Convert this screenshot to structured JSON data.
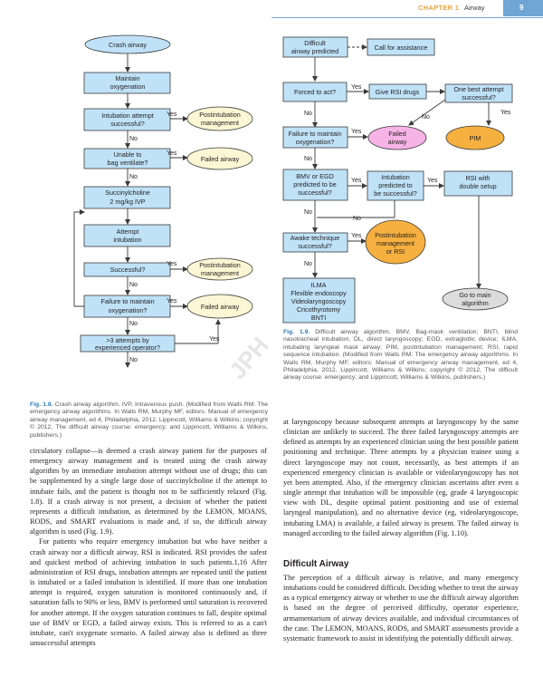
{
  "header": {
    "chapter": "CHAPTER 1",
    "title": "Airway",
    "page": "9"
  },
  "fig1": {
    "crash": "Crash airway",
    "maintain": [
      "Maintain",
      "oxygenation"
    ],
    "intub": [
      "Intubation attempt",
      "successful?"
    ],
    "post1": [
      "Postintubation",
      "management"
    ],
    "bag": [
      "Unable to",
      "bag ventilate?"
    ],
    "failed1": "Failed airway",
    "sux": [
      "Succinylcholine",
      "2 mg/kg IVP"
    ],
    "attempt": [
      "Attempt",
      "intubation"
    ],
    "success": "Successful?",
    "post2": [
      "Postintubation",
      "management"
    ],
    "fail_maint": [
      "Failure to maintain",
      "oxygenation?"
    ],
    "failed2": "Failed airway",
    "three": [
      ">3 attempts by",
      "experienced operator?"
    ],
    "yes": "Yes",
    "no": "No"
  },
  "fig2": {
    "difficult": [
      "Difficult",
      "airway predicted"
    ],
    "call": "Call for assistance",
    "forced": "Forced to act?",
    "rsi": "Give RSI drugs",
    "best": [
      "One best attempt",
      "successful?"
    ],
    "fail_maint": [
      "Failure to maintain",
      "oxygenation?"
    ],
    "failed": [
      "Failed",
      "airway"
    ],
    "pim": "PIM",
    "bmv": [
      "BMV or EGD",
      "predicted to be",
      "successful?"
    ],
    "intub_pred": [
      "Intubation",
      "predicted to",
      "be successful?"
    ],
    "rsi_double": [
      "RSI with",
      "double setup"
    ],
    "awake": [
      "Awake technique",
      "successful?"
    ],
    "post": [
      "Postintubation",
      "management",
      "or RSI"
    ],
    "ilma": [
      "ILMA",
      "Flexible endoscopy",
      "Videolaryngoscopy",
      "Cricothyrotomy",
      "BNTI"
    ],
    "goto": [
      "Go to main",
      "algorithm"
    ],
    "yes": "Yes",
    "no": "No"
  },
  "caption1": {
    "label": "Fig. 1.8.",
    "text": "Crash airway algorithm. IVP, Intravenous push. (Modified from Walls RM: The emergency airway algorithms. In Walls RM, Murphy MF, editors: Manual of emergency airway management, ed 4, Philadelphia, 2012, Lippincott, Williams & Wilkins; copyright © 2012, The difficult airway course: emergency; and Lippincott, Williams & Wilkins, publishers.)"
  },
  "caption2": {
    "label": "Fig. 1.9.",
    "text": "Difficult airway algorithm. BMV, Bag-mask ventilation; BNTI, blind nasotracheal intubation; DL, direct laryngoscopy; EGD, extraglottic device; ILMA, intubating laryngeal mask airway; PIM, postintubation management; RSI, rapid sequence intubation. (Modified from Walls RM: The emergency airway algorithms. In Walls RM, Murphy MF, editors: Manual of emergency airway management, ed 4, Philadelphia, 2012, Lippincott, Williams & Wilkins; copyright © 2012, The difficult airway course: emergency; and Lippincott, Williams & Wilkins, publishers.)"
  },
  "watermark": "JPH",
  "col1": {
    "p1": "circulatory collapse—is deemed a crash airway patient for the purposes of emergency airway management and is treated using the crash airway algorithm by an immediate intubation attempt without use of drugs; this can be supplemented by a single large dose of succinylcholine if the attempt to intubate fails, and the patient is thought not to be sufficiently relaxed (Fig. 1.8). If a crash airway is not present, a decision of whether the patient represents a difficult intubation, as determined by the LEMON, MOANS, RODS, and SMART evaluations is made and, if so, the difficult airway algorithm is used (Fig. 1.9).",
    "p2": "For patients who require emergency intubation but who have neither a crash airway nor a difficult airway, RSI is indicated. RSI provides the safest and quickest method of achieving intubation in such patients.1,16 After administration of RSI drugs, intubation attempts are repeated until the patient is intubated or a failed intubation is identified. If more than one intubation attempt is required, oxygen saturation is monitored continuously and, if saturation falls to 90% or less, BMV is performed until saturation is recovered for another attempt. If the oxygen saturation continues to fall, despite optimal use of BMV or EGD, a failed airway exists. This is referred to as a can't intubate, can't oxygenate scenario. A failed airway also is defined as three unsuccessful attempts"
  },
  "col2": {
    "p1": "at laryngoscopy because subsequent attempts at laryngoscopy by the same clinician are unlikely to succeed. The three failed laryngoscopy attempts are defined as attempts by an experienced clinician using the best possible patient positioning and technique. Three attempts by a physician trainee using a direct laryngoscope may not count, necessarily, as best attempts if an experienced emergency clinician is available or videolaryngoscopy has not yet been attempted. Also, if the emergency clinician ascertains after even a single attempt that intubation will be impossible (eg, grade 4 laryngoscopic view with DL, despite optimal patient positioning and use of external laryngeal manipulation), and no alternative device (eg, videolaryngoscope, intubating LMA) is available, a failed airway is present. The failed airway is managed according to the failed airway algorithm (Fig. 1.10).",
    "heading": "Difficult Airway",
    "p2": "The perception of a difficult airway is relative, and many emergency intubations could be considered difficult. Deciding whether to treat the airway as a typical emergency airway or whether to use the difficult airway algorithm is based on the degree of perceived difficulty, operator experience, armamentarium of airway devices available, and individual circumstances of the case. The LEMON, MOANS, RODS, and SMART assessments provide a systematic framework to assist in identifying the potentially difficult airway."
  }
}
